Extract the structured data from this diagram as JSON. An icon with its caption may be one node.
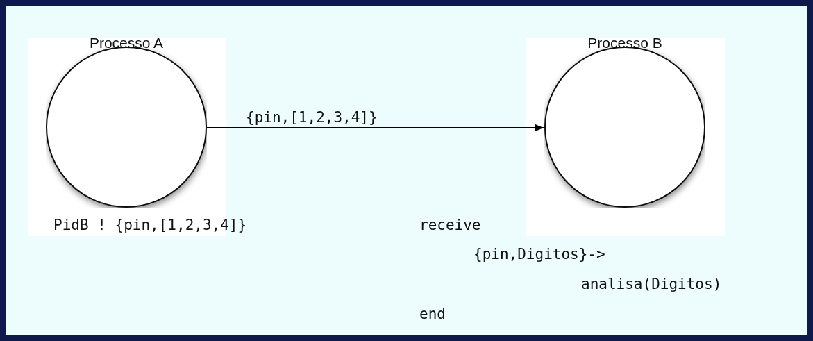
{
  "diagram": {
    "nodes": [
      {
        "text": [
          "Processo A"
        ]
      },
      {
        "text": [
          "Processo B"
        ]
      }
    ],
    "edges": [
      {
        "from": 0,
        "to": 1,
        "arrow": "to",
        "label": "{pin,[1,2,3,4]}"
      }
    ],
    "labels": [
      "PidB ! {pin,[1,2,3,4]}",
      "receive",
      "{pin,Digitos}->",
      "analisa(Digitos)",
      "end"
    ]
  }
}
